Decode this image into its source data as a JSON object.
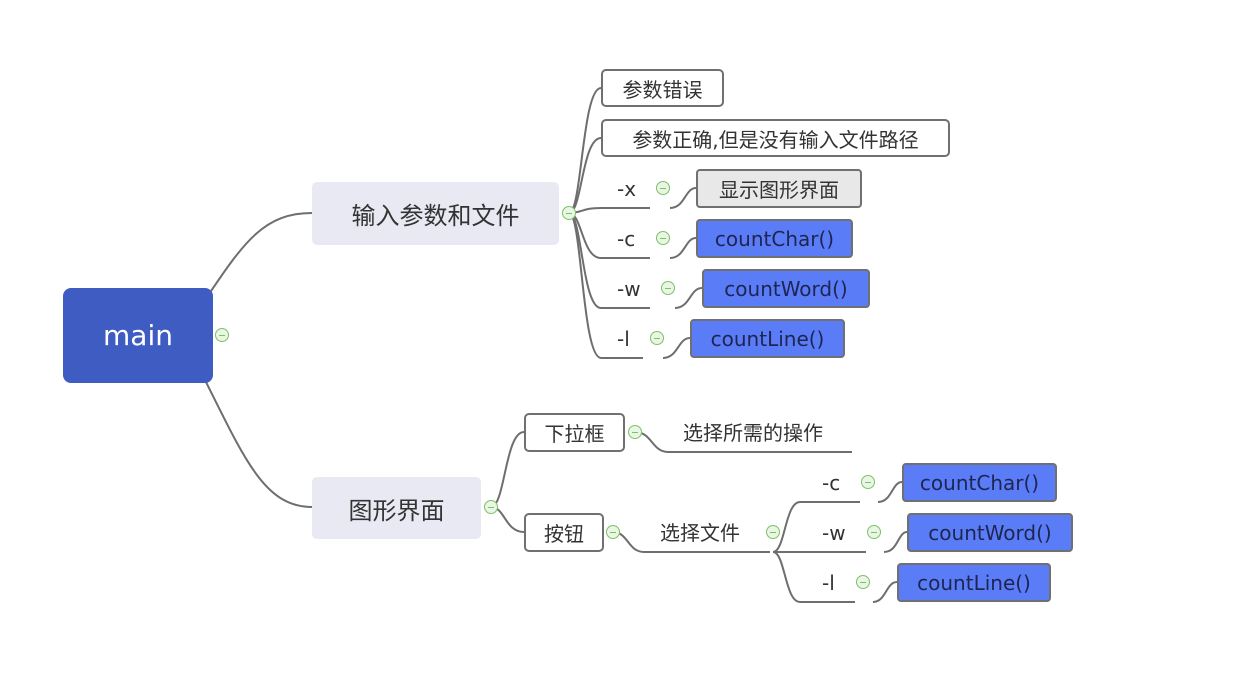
{
  "root": {
    "label": "main"
  },
  "branch_input": {
    "label": "输入参数和文件",
    "error_param": "参数错误",
    "no_path": "参数正确,但是没有输入文件路径",
    "flag_x": "-x",
    "show_gui": "显示图形界面",
    "flag_c": "-c",
    "count_char": "countChar()",
    "flag_w": "-w",
    "count_word": "countWord()",
    "flag_l": "-l",
    "count_line": "countLine()"
  },
  "branch_gui": {
    "label": "图形界面",
    "dropdown": "下拉框",
    "dropdown_desc": "选择所需的操作",
    "button": "按钮",
    "choose_file": "选择文件",
    "flag_c": "-c",
    "count_char": "countChar()",
    "flag_w": "-w",
    "count_word": "countWord()",
    "flag_l": "-l",
    "count_line": "countLine()"
  },
  "colors": {
    "root": "#3f5cc3",
    "main_topic": "#e8e9f2",
    "function_node": "#5b7cf7",
    "gui_node": "#e8e8e8",
    "collapse_icon": "#7cc16a",
    "connector": "#6e6e6e"
  }
}
